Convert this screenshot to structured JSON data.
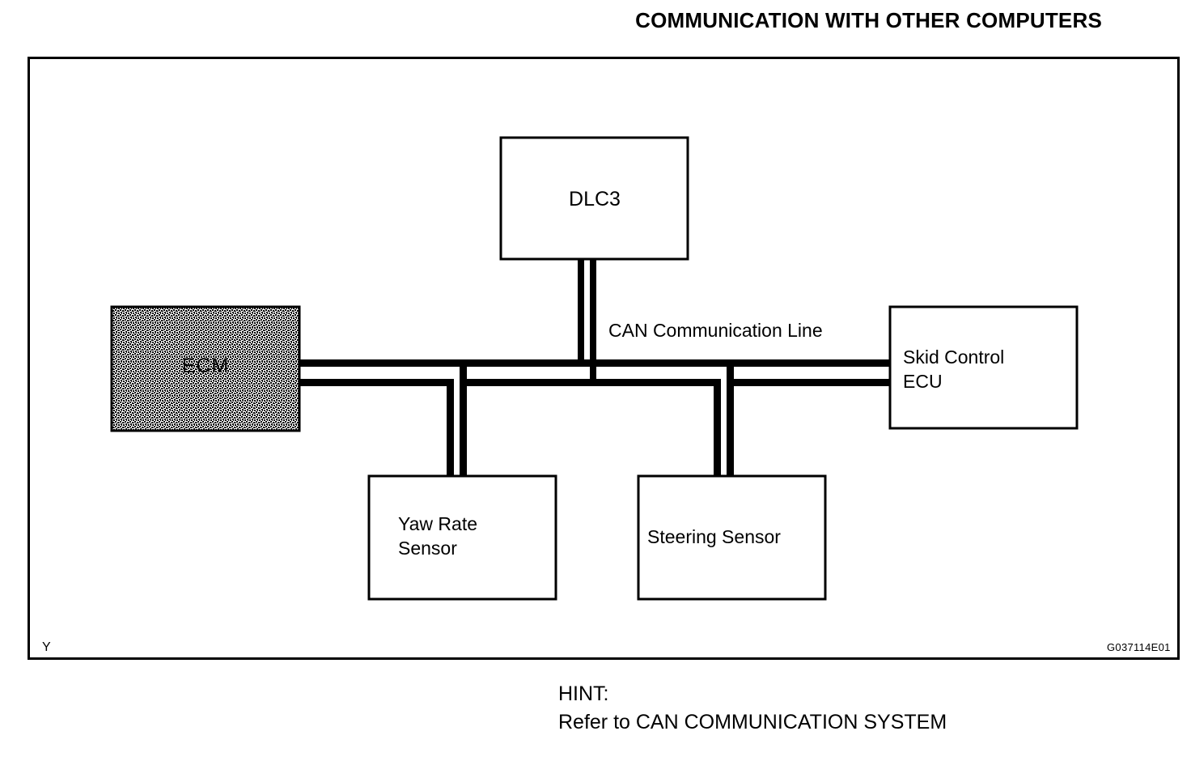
{
  "title": "COMMUNICATION WITH OTHER COMPUTERS",
  "diagram": {
    "type": "block-diagram",
    "subject": "CAN bus network topology",
    "nodes": [
      {
        "id": "ecm",
        "label": "ECM",
        "fill": "stippled-gray"
      },
      {
        "id": "dlc3",
        "label": "DLC3",
        "fill": "white"
      },
      {
        "id": "skid",
        "label": "Skid Control\nECU",
        "fill": "white"
      },
      {
        "id": "yaw",
        "label": "Yaw Rate\nSensor",
        "fill": "white"
      },
      {
        "id": "steer",
        "label": "Steering Sensor",
        "fill": "white"
      }
    ],
    "bus_label": "CAN Communication Line",
    "corner_marker": "Y",
    "figure_id": "G037114E01"
  },
  "hint": "HINT:\nRefer to CAN COMMUNICATION SYSTEM",
  "colors": {
    "line": "#000000",
    "background": "#ffffff",
    "box_fill": "#ffffff"
  }
}
